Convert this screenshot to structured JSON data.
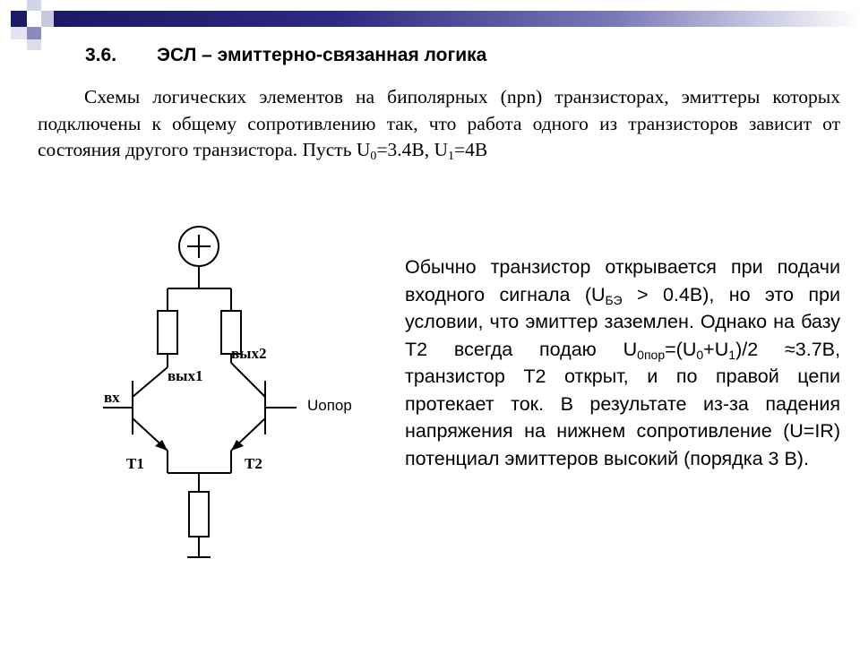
{
  "slide": {
    "section_number": "3.6.",
    "section_title": "ЭСЛ – эмиттерно-связанная логика",
    "intro_text": "Схемы логических элементов на биполярных (npn) транзисторах, эмиттеры которых подключены к общему сопротивлению так, что работа одного из транзисторов зависит от состояния другого транзистора. Пусть",
    "intro_formula": {
      "u0_symbol": "U",
      "u0_sub": "0",
      "u0_value": "=3.4В,",
      "u1_symbol": "U",
      "u1_sub": "1",
      "u1_value": "=4В"
    },
    "colors": {
      "top_bar": "#2b2b80",
      "square_dark": "#1a1a66",
      "square_light": "#c8c8e0"
    }
  },
  "circuit": {
    "power_symbol": "+",
    "label_input": "вх",
    "label_out1": "вых1",
    "label_out2": "вых2",
    "label_reference": "Uопор",
    "label_t1": "Т1",
    "label_t2": "Т2"
  },
  "explanation": {
    "part1": "Обычно транзистор открывается при подачи входного сигнала (U",
    "ube_sub": "БЭ",
    "part2": " > 0.4В), но это при условии, что эмиттер заземлен. Однако на базу Т2 всегда подаю U",
    "u0por_sub": "0пор",
    "part3": "=(U",
    "u0_sub": "0",
    "part4": "+U",
    "u1_sub": "1",
    "part5": ")/2 ≈3.7В, транзистор Т2 открыт, и по правой цепи протекает ток. В результате из-за падения напряжения на нижнем сопротивление (U=IR) потенциал эмиттеров высокий (порядка 3 В)."
  }
}
